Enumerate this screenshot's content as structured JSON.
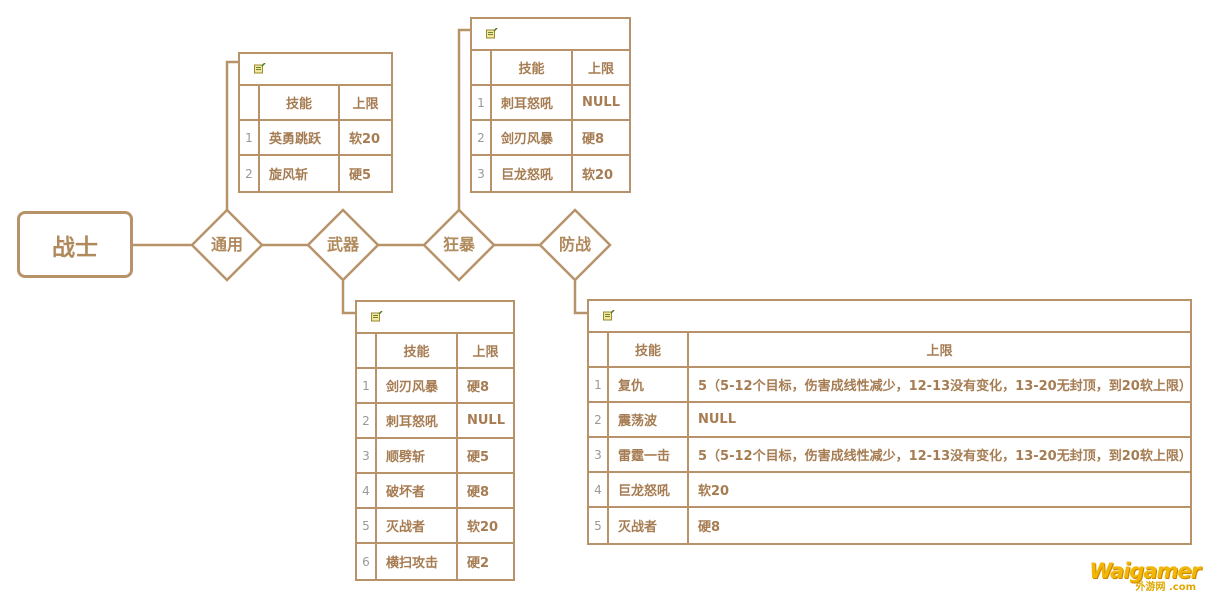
{
  "root": {
    "label": "战士"
  },
  "categories": [
    {
      "label": "通用"
    },
    {
      "label": "武器"
    },
    {
      "label": "狂暴"
    },
    {
      "label": "防战"
    }
  ],
  "table_header": {
    "skill": "技能",
    "limit": "上限"
  },
  "tables": {
    "general": [
      {
        "n": "1",
        "skill": "英勇跳跃",
        "limit": "软20"
      },
      {
        "n": "2",
        "skill": "旋风斩",
        "limit": "硬5"
      }
    ],
    "arms": [
      {
        "n": "1",
        "skill": "剑刃风暴",
        "limit": "硬8"
      },
      {
        "n": "2",
        "skill": "刺耳怒吼",
        "limit": "NULL"
      },
      {
        "n": "3",
        "skill": "顺劈斩",
        "limit": "硬5"
      },
      {
        "n": "4",
        "skill": "破坏者",
        "limit": "硬8"
      },
      {
        "n": "5",
        "skill": "灭战者",
        "limit": "软20"
      },
      {
        "n": "6",
        "skill": "横扫攻击",
        "limit": "硬2"
      }
    ],
    "fury": [
      {
        "n": "1",
        "skill": "刺耳怒吼",
        "limit": "NULL"
      },
      {
        "n": "2",
        "skill": "剑刃风暴",
        "limit": "硬8"
      },
      {
        "n": "3",
        "skill": "巨龙怒吼",
        "limit": "软20"
      }
    ],
    "protection": [
      {
        "n": "1",
        "skill": "复仇",
        "limit": "5（5-12个目标，伤害成线性减少，12-13没有变化，13-20无封顶，到20软上限）"
      },
      {
        "n": "2",
        "skill": "震荡波",
        "limit": "NULL"
      },
      {
        "n": "3",
        "skill": "雷霆一击",
        "limit": "5（5-12个目标，伤害成线性减少，12-13没有变化，13-20无封顶，到20软上限）"
      },
      {
        "n": "4",
        "skill": "巨龙怒吼",
        "limit": "软20"
      },
      {
        "n": "5",
        "skill": "灭战者",
        "limit": "硬8"
      }
    ]
  },
  "watermark": {
    "main": "Waigamer",
    "sub": "外游网 .com"
  },
  "icons": {
    "note": "note-icon"
  },
  "colors": {
    "line": "#b8936a",
    "text": "#a67c52",
    "watermark": "#f2b705"
  }
}
